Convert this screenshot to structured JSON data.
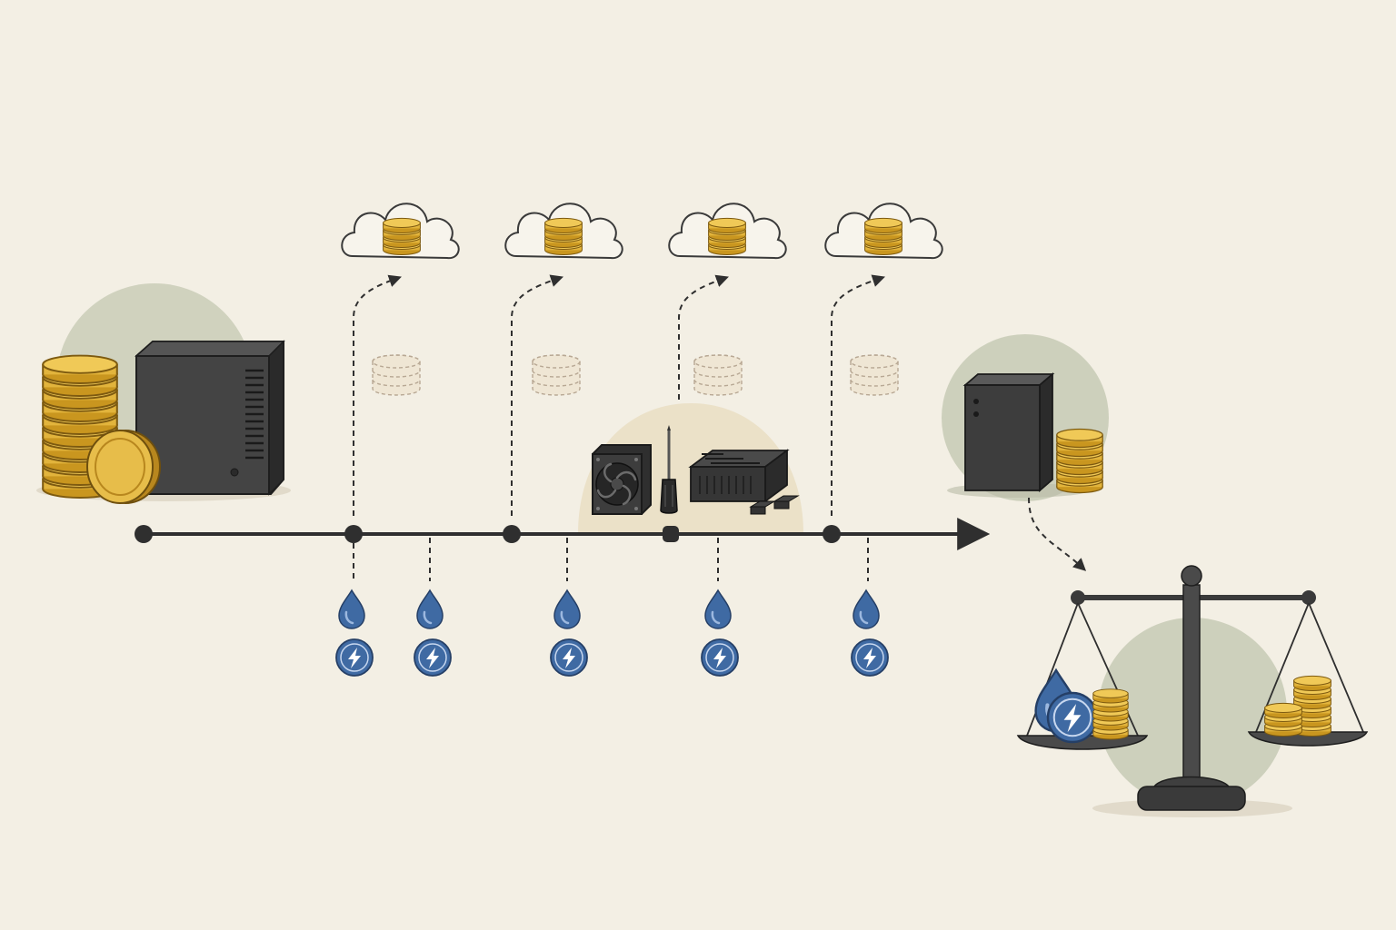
{
  "diagram": {
    "type": "cost-timeline-illustration",
    "has_text": false,
    "icons": {
      "upfront": [
        "coin-stack-icon",
        "gold-coin-icon",
        "nas-server-icon"
      ],
      "recurring_cloud": "cloud-with-coins-icon",
      "faded_savings": "dashed-coin-stack-icon",
      "operating_cost": [
        "water-drop-icon",
        "electricity-bolt-icon"
      ],
      "maintenance": [
        "cooling-fan-icon",
        "screwdriver-icon",
        "mini-pc-icon",
        "memory-chip-icon"
      ],
      "end_state": [
        "small-nas-icon",
        "coin-stack-icon"
      ],
      "comparison": "balance-scale-icon"
    },
    "timeline": {
      "milestone_count": 5,
      "cloud_payment_count": 4,
      "operating_cost_count": 5,
      "direction": "left-to-right"
    },
    "colors": {
      "background": "#f3efe4",
      "line": "#2f2f2f",
      "coin_gold": "#e2b43c",
      "coin_edge": "#b8871e",
      "drop_blue": "#3f6aa3",
      "hardware_dark": "#3a3a3a",
      "accent_sage": "#c9ccb7",
      "accent_sand": "#eadfc6"
    }
  }
}
